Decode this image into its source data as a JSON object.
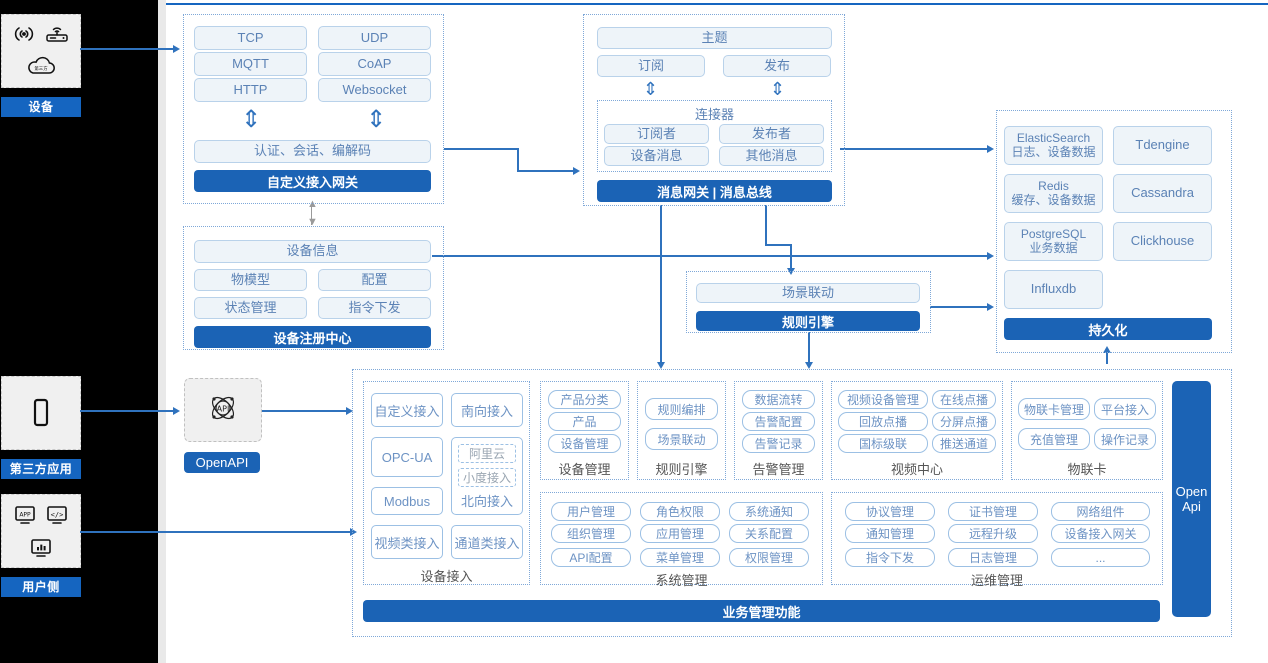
{
  "left_rail": {
    "blocks": [
      {
        "id": "device",
        "caption": "设备",
        "icons": [
          "antenna-icon",
          "router-icon",
          "cloud-icon"
        ]
      },
      {
        "id": "third-party",
        "caption": "第三方应用",
        "icons": [
          "mobile-phone-icon"
        ]
      },
      {
        "id": "user-side",
        "caption": "用户侧",
        "icons": [
          "app-window-icon",
          "code-window-icon",
          "dashboard-window-icon"
        ]
      }
    ]
  },
  "gateway": {
    "protocols": [
      "TCP",
      "UDP",
      "MQTT",
      "CoAP",
      "HTTP",
      "Websocket"
    ],
    "middle": "认证、会话、编解码",
    "bar": "自定义接入网关"
  },
  "message": {
    "topic": "主题",
    "sub": "订阅",
    "pub": "发布",
    "connector_title": "连接器",
    "connector_items": [
      "订阅者",
      "发布者",
      "设备消息",
      "其他消息"
    ],
    "bar": "消息网关 | 消息总线"
  },
  "registry": {
    "head": "设备信息",
    "items": [
      "物模型",
      "配置",
      "状态管理",
      "指令下发"
    ],
    "bar": "设备注册中心"
  },
  "rule": {
    "item": "场景联动",
    "bar": "规则引擎"
  },
  "persistence": {
    "stores": [
      {
        "name": "ElasticSearch",
        "desc": "日志、设备数据"
      },
      {
        "name": "Tdengine",
        "desc": ""
      },
      {
        "name": "Redis",
        "desc": "缓存、设备数据"
      },
      {
        "name": "Cassandra",
        "desc": ""
      },
      {
        "name": "PostgreSQL",
        "desc": "业务数据"
      },
      {
        "name": "Clickhouse",
        "desc": ""
      },
      {
        "name": "Influxdb",
        "desc": ""
      }
    ],
    "bar": "持久化"
  },
  "openapi": {
    "icon": "api-atom-icon",
    "label": "OpenAPI"
  },
  "business": {
    "bar": "业务管理功能",
    "open_api_side": "Open\nApi",
    "open_api_side_lines": [
      "Open",
      "Api"
    ],
    "device_access": {
      "title": "设备接入",
      "items": [
        "自定义接入",
        "南向接入",
        "OPC-UA",
        "阿里云",
        "小度接入",
        "北向接入",
        "Modbus",
        "视频类接入",
        "通道类接入"
      ]
    },
    "groups_row1": [
      {
        "title": "设备管理",
        "items": [
          "产品分类",
          "产品",
          "设备管理"
        ]
      },
      {
        "title": "规则引擎",
        "items": [
          "规则编排",
          "场景联动"
        ]
      },
      {
        "title": "告警管理",
        "items": [
          "数据流转",
          "告警配置",
          "告警记录"
        ]
      },
      {
        "title": "视频中心",
        "items": [
          "视频设备管理",
          "在线点播",
          "回放点播",
          "分屏点播",
          "国标级联",
          "推送通道"
        ]
      },
      {
        "title": "物联卡",
        "items": [
          "物联卡管理",
          "平台接入",
          "充值管理",
          "操作记录"
        ]
      }
    ],
    "groups_row2": [
      {
        "title": "系统管理",
        "items": [
          "用户管理",
          "角色权限",
          "系统通知",
          "组织管理",
          "应用管理",
          "关系配置",
          "API配置",
          "菜单管理",
          "权限管理"
        ]
      },
      {
        "title": "运维管理",
        "items": [
          "协议管理",
          "证书管理",
          "网络组件",
          "通知管理",
          "远程升级",
          "设备接入网关",
          "指令下发",
          "日志管理",
          "..."
        ]
      }
    ]
  },
  "colors": {
    "accent": "#1b63b5",
    "pill_bg": "#eef4f9",
    "pill_border": "#b9d2ea",
    "pill_text": "#5b82b5",
    "dash_border": "#7fa8d8",
    "rail_bg": "#000000"
  }
}
